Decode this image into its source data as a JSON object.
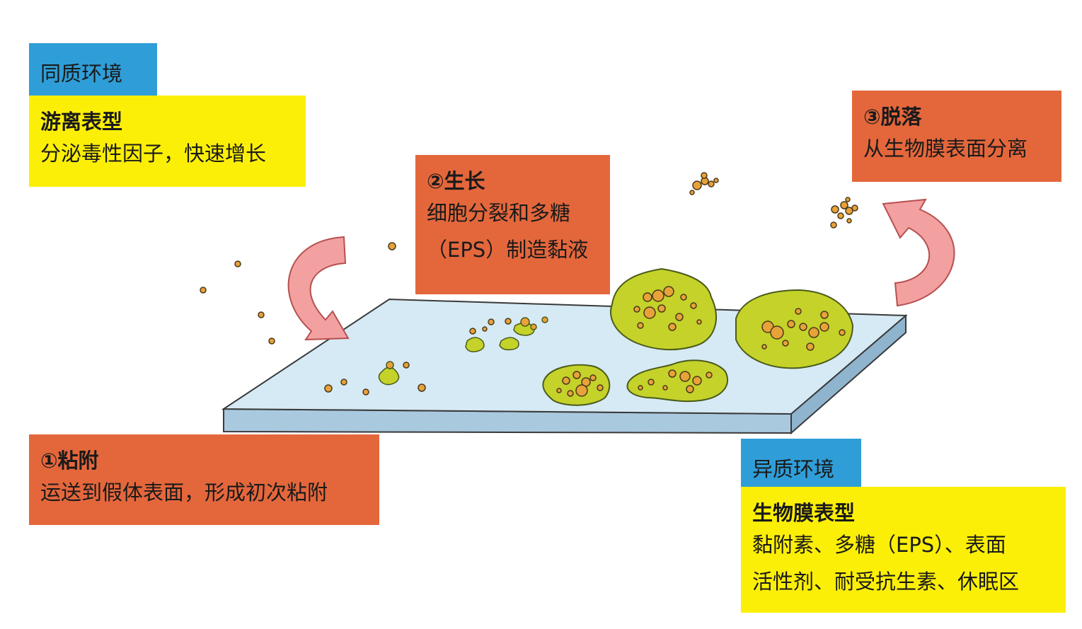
{
  "colors": {
    "blue_tag": "#2f9ed8",
    "yellow_box": "#fcef07",
    "orange_box": "#e4673c",
    "plate_top": "#d6eaf5",
    "plate_edge": "#a9c9df",
    "biofilm": "#c4d22a",
    "bacteria": "#f0a92a",
    "arrow": "#f08d8d"
  },
  "homogeneous": {
    "tag": "同质环境",
    "title": "游离表型",
    "lines": [
      "分泌毒性因子，快速增长"
    ]
  },
  "step1": {
    "title": "①粘附",
    "lines": [
      "运送到假体表面，形成初次粘附"
    ]
  },
  "step2": {
    "title": "②生长",
    "lines": [
      "细胞分裂和多糖",
      "（EPS）制造黏液"
    ]
  },
  "step3": {
    "title": "③脱落",
    "lines": [
      "从生物膜表面分离"
    ]
  },
  "heterogeneous": {
    "tag": "异质环境",
    "title": "生物膜表型",
    "lines": [
      "黏附素、多糖（EPS）、表面",
      "活性剂、耐受抗生素、休眠区"
    ]
  }
}
